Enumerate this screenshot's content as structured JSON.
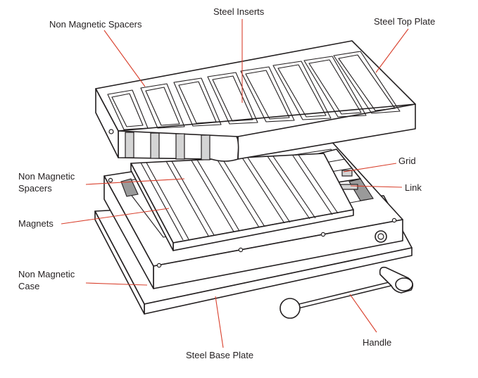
{
  "labels": {
    "non_magnetic_spacers_top": "Non Magnetic Spacers",
    "steel_inserts": "Steel Inserts",
    "steel_top_plate": "Steel Top Plate",
    "grid": "Grid",
    "link": "Link",
    "non_magnetic_spacers_mid_line1": "Non Magnetic",
    "non_magnetic_spacers_mid_line2": "Spacers",
    "magnets": "Magnets",
    "non_magnetic_case_line1": "Non Magnetic",
    "non_magnetic_case_line2": "Case",
    "steel_base_plate": "Steel Base Plate",
    "handle": "Handle"
  },
  "colors": {
    "outline": "#231f20",
    "leader": "#d9412e",
    "spacer_shade": "#d4d4d4"
  }
}
